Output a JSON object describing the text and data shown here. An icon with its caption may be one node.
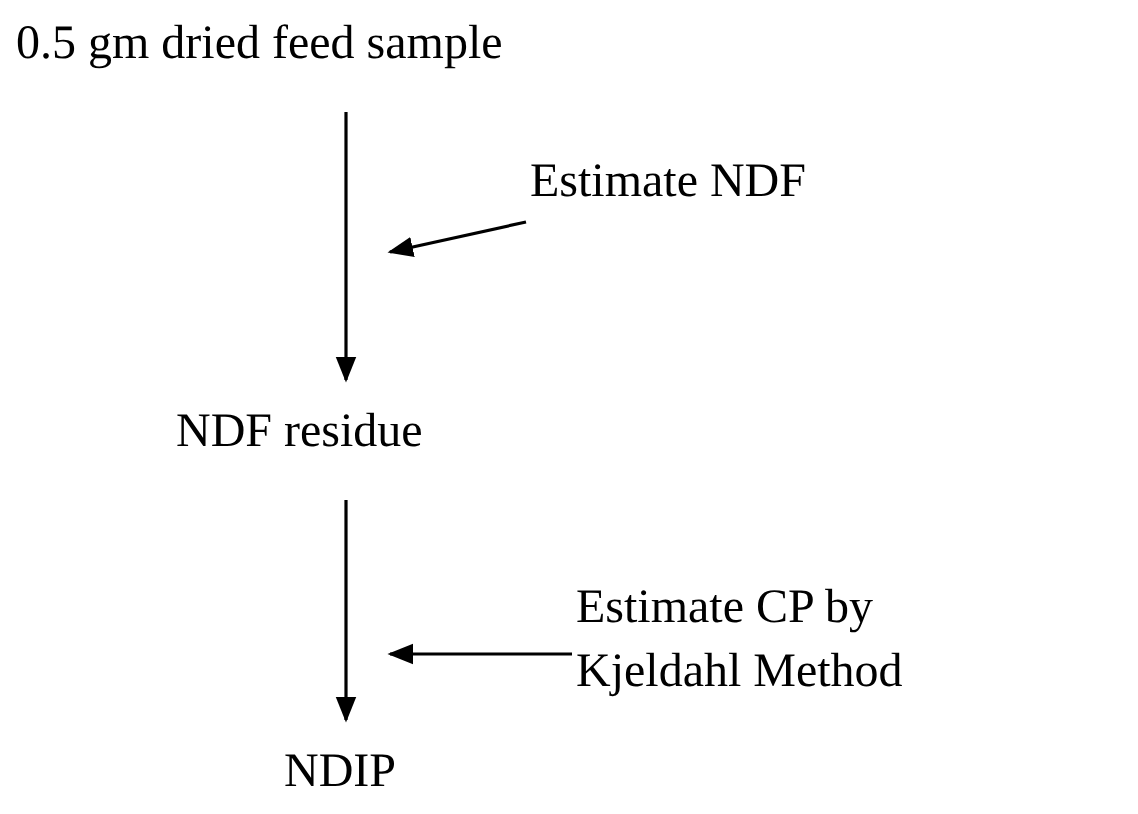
{
  "diagram": {
    "nodes": [
      {
        "text": [
          "0.5 gm dried feed sample"
        ]
      },
      {
        "text": [
          "Estimate NDF"
        ]
      },
      {
        "text": [
          "NDF residue"
        ]
      },
      {
        "text": [
          "Estimate CP by Kjeldahl Method"
        ]
      },
      {
        "text": [
          "NDIP"
        ]
      }
    ],
    "edges": [
      {
        "from": 0,
        "to": 2,
        "arrow": "to"
      },
      {
        "from": 1,
        "to": null,
        "arrow": "to"
      },
      {
        "from": 2,
        "to": 4,
        "arrow": "to"
      },
      {
        "from": 3,
        "to": null,
        "arrow": "to"
      }
    ]
  }
}
